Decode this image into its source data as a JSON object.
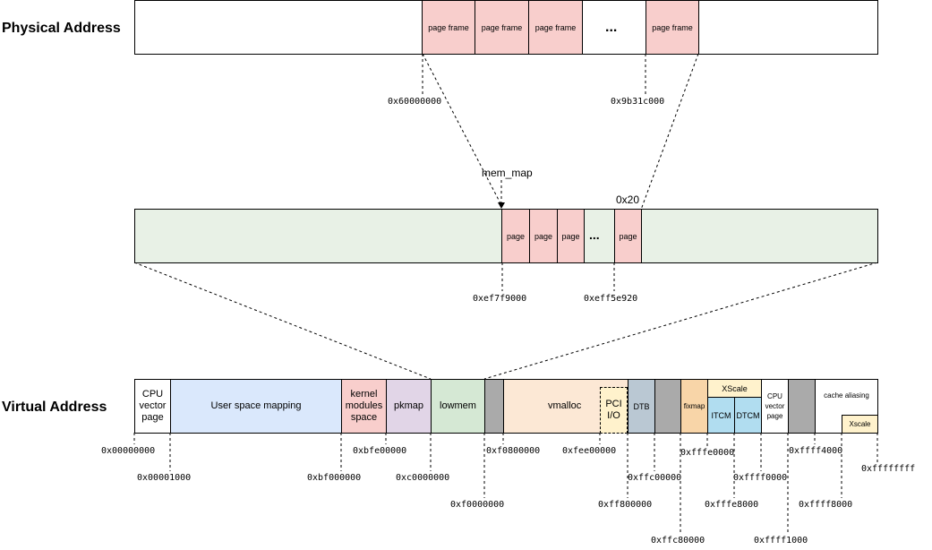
{
  "physical": {
    "title": "Physical Address",
    "frame_label": "page frame",
    "ellipsis": "...",
    "addr_start": "0x60000000",
    "addr_end": "0x9b31c000"
  },
  "memmap": {
    "label": "mem_map",
    "page_label": "page",
    "ellipsis": "...",
    "size_label": "0x20",
    "addr_start": "0xef7f9000",
    "addr_end": "0xeff5e920"
  },
  "virtual": {
    "title": "Virtual Address",
    "regions": {
      "cpu_vector_page": "CPU vector page",
      "user_space": "User space mapping",
      "kernel_modules": "kernel modules space",
      "pkmap": "pkmap",
      "lowmem": "lowmem",
      "vmalloc": "vmalloc",
      "pci_io": "PCI I/O",
      "dtb": "DTB",
      "fixmap": "fixmap",
      "xscale_top": "XScale",
      "itcm": "ITCM",
      "dtcm": "DTCM",
      "cpu_vector_page_high": "CPU vector page",
      "cache_aliasing": "cache aliasing",
      "xscale_small": "Xscale"
    },
    "addresses": {
      "a00000000": "0x00000000",
      "a00001000": "0x00001000",
      "abf000000": "0xbf000000",
      "abfe00000": "0xbfe00000",
      "ac0000000": "0xc0000000",
      "af0000000": "0xf0000000",
      "af0800000": "0xf0800000",
      "afee00000": "0xfee00000",
      "aff800000": "0xff800000",
      "affc00000": "0xffc00000",
      "affc80000": "0xffc80000",
      "afffe0000": "0xfffe0000",
      "afffe8000": "0xfffe8000",
      "affff0000": "0xffff0000",
      "affff1000": "0xffff1000",
      "affff4000": "0xffff4000",
      "affff8000": "0xffff8000",
      "affffffff": "0xffffffff"
    }
  },
  "colors": {
    "page_frame": "#f8cecc",
    "memmap_bar": "#e8f1e6",
    "user_space": "#dae8fc",
    "kernel_modules": "#f8cecc",
    "pkmap": "#e1d5e7",
    "lowmem": "#d5e8d4",
    "gray_gap": "#aaaaaa",
    "vmalloc": "#fce8d5",
    "pci_io": "#fff2cc",
    "dtb": "#bac8d3",
    "fixmap": "#f8d5a8",
    "xscale": "#fff2cc",
    "tcm": "#b1ddf0"
  }
}
